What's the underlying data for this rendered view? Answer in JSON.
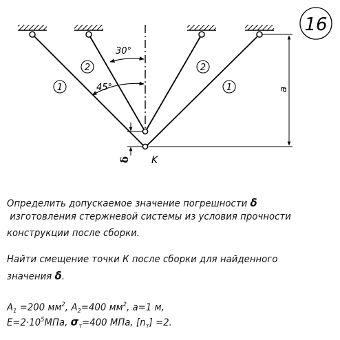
{
  "problem_number": "16",
  "diagram": {
    "labels": {
      "rod1_left": "1",
      "rod2_left": "2",
      "rod2_right": "2",
      "rod1_right": "1",
      "angle_inner": "30°",
      "angle_outer": "45°",
      "height": "a",
      "gap": "δ",
      "point": "K"
    }
  },
  "text": {
    "line1": "Определить допускаемое значение погрешности",
    "delta_symbol": "δ",
    "line2": "изготовления стержневой системы из условия прочности",
    "line3": "конструкции после сборки.",
    "line4": "Найти смещение точки К после сборки для найденного",
    "line5": "значения",
    "line5_end": ".",
    "given": {
      "A1": "A",
      "A1_sub": "1",
      "A1_val": " =200 мм",
      "A1_unit_sup": "2",
      "A2": ", A",
      "A2_sub": "2",
      "A2_val": "=400 мм",
      "A2_unit_sup": "2",
      "a_val": ", a=1 м,",
      "E_val": "E=2·10",
      "E_sup": "5",
      "E_unit": "МПа,",
      "sigma": "σ",
      "sigma_sub": "т",
      "sigma_val": "=400 МПа, [n",
      "n_sub": "т",
      "n_val": "] =2."
    }
  }
}
